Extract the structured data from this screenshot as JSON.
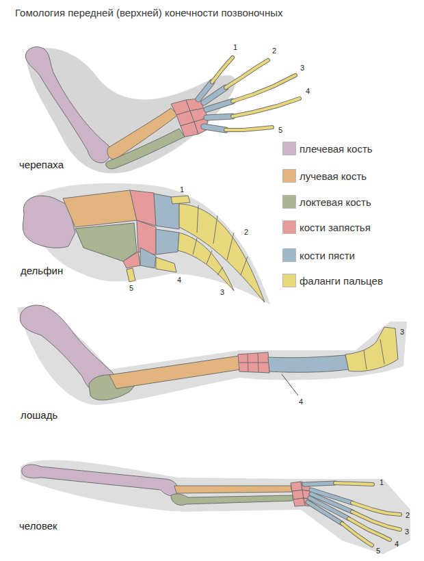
{
  "diagram": {
    "title": "Гомология передней (верхней) конечности позвоночных",
    "labels": [
      "1",
      "2",
      "3",
      "4",
      "5",
      "черепаха",
      "1",
      "2",
      "дельфин",
      "5",
      "4",
      "3",
      "3",
      "4",
      "лошадь",
      "1",
      "2",
      "3",
      "человек",
      "4",
      "5"
    ],
    "legend": [
      {
        "text": "плечевая кость",
        "color": "#cbb4c8"
      },
      {
        "text": "лучевая кость",
        "color": "#e2b57e"
      },
      {
        "text": "локтевая кость",
        "color": "#a9b592"
      },
      {
        "text": "кости запястья",
        "color": "#e69a9c"
      },
      {
        "text": "кости пясти",
        "color": "#9fb7c6"
      },
      {
        "text": "фаланги пальцев",
        "color": "#e8d87c"
      }
    ]
  }
}
